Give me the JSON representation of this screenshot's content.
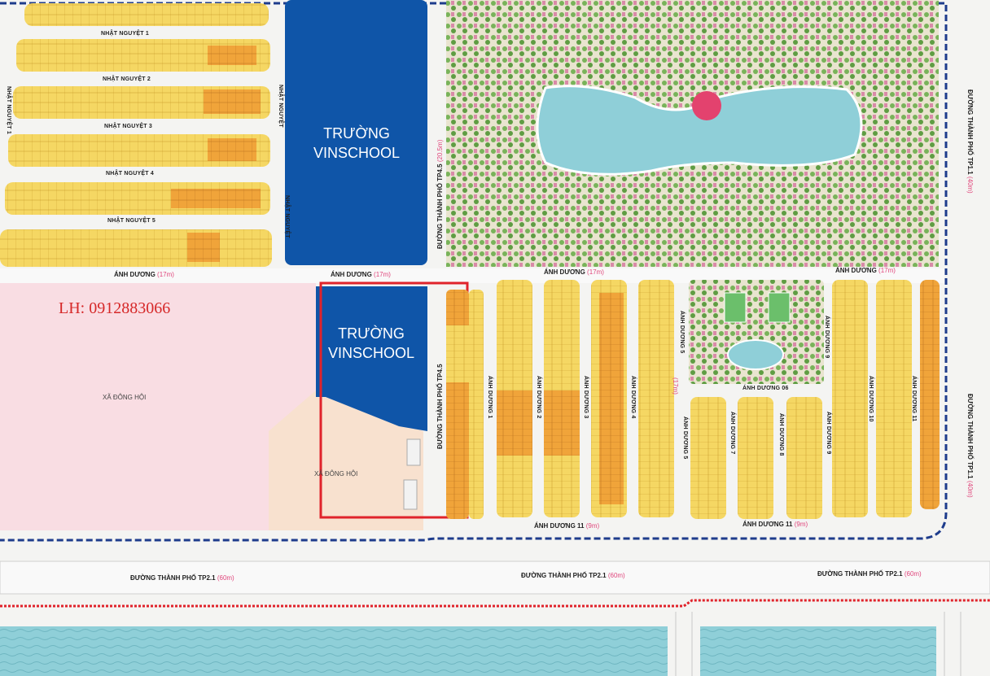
{
  "contact": "LH: 0912883066",
  "schools": {
    "top": [
      "TRƯỜNG",
      "VINSCHOOL"
    ],
    "bottom": [
      "TRƯỜNG",
      "VINSCHOOL"
    ]
  },
  "communes": {
    "upper": "XÃ ĐÔNG HỘI",
    "lower": "XÃ ĐÔNG HỘI"
  },
  "streets": {
    "nhat_nguyet_1": "NHẬT NGUYỆT 1",
    "nhat_nguyet_2": "NHẬT NGUYỆT 2",
    "nhat_nguyet_3": "NHẬT NGUYỆT 3",
    "nhat_nguyet_4": "NHẬT NGUYỆT 4",
    "nhat_nguyet_5": "NHẬT NGUYỆT 5",
    "nhat_nguyet_v1": "NHẬT NGUYỆT 1",
    "nhat_nguyet_v2": "NHẬT NGUYỆT",
    "nhat_nguyet_v3": "NHẬT NGUYỆT",
    "anh_duong_left": {
      "name": "ÁNH DƯƠNG",
      "width": "(17m)"
    },
    "anh_duong_mid": {
      "name": "ÁNH DƯƠNG",
      "width": "(17m)"
    },
    "anh_duong_top_center": {
      "name": "ÁNH DƯƠNG",
      "width": "(17m)"
    },
    "anh_duong_top_right": {
      "name": "ÁNH DƯƠNG",
      "width": "(17m)"
    },
    "tp45_upper": {
      "name": "ĐƯỜNG THÀNH PHỐ TP4.5",
      "width": "(20.5m)"
    },
    "tp45_lower": {
      "name": "ĐƯỜNG THÀNH PHỐ TP4.5"
    },
    "tp11_upper": {
      "name": "ĐƯỜNG THÀNH PHỐ TP1.1",
      "width": "(40m)"
    },
    "tp11_lower": {
      "name": "ĐƯỜNG THÀNH PHỐ TP1.1",
      "width": "(40m)"
    },
    "anh_duong_11_a": {
      "name": "ÁNH DƯƠNG 11",
      "width": "(9m)"
    },
    "anh_duong_11_b": {
      "name": "ÁNH DƯƠNG 11",
      "width": "(9m)"
    },
    "tp21_a": {
      "name": "ĐƯỜNG THÀNH PHỐ TP2.1",
      "width": "(60m)"
    },
    "tp21_b": {
      "name": "ĐƯỜNG THÀNH PHỐ TP2.1",
      "width": "(60m)"
    },
    "tp21_c": {
      "name": "ĐƯỜNG THÀNH PHỐ TP2.1",
      "width": "(60m)"
    },
    "ad1": "ÁNH DƯƠNG 1",
    "ad2": "ÁNH DƯƠNG 2",
    "ad3": "ÁNH DƯƠNG 3",
    "ad4": "ÁNH DƯƠNG 4",
    "ad5": "ÁNH DƯƠNG 5",
    "ad5b": "ÁNH DƯƠNG 5",
    "ad6": "ÁNH DƯƠNG 06",
    "ad7": "ÁNH DƯƠNG 7",
    "ad8": "ÁNH DƯƠNG 8",
    "ad9": "ÁNH DƯƠNG 9",
    "ad9b": "ÁNH DƯƠNG 9",
    "ad10": "ÁNH DƯƠNG 10",
    "ad11": "ÁNH DƯƠNG 11",
    "ad_width": "(17m)"
  },
  "colors": {
    "school_blue": "#0f55a8",
    "lot_yellow": "#f5d763",
    "lot_orange": "#f0a43a",
    "commune_pink": "#f9dde3",
    "boundary_red": "#e0232b",
    "boundary_blue": "#1e3c8c",
    "water": "#8fcfd8",
    "highlight_red": "#e0232b"
  }
}
